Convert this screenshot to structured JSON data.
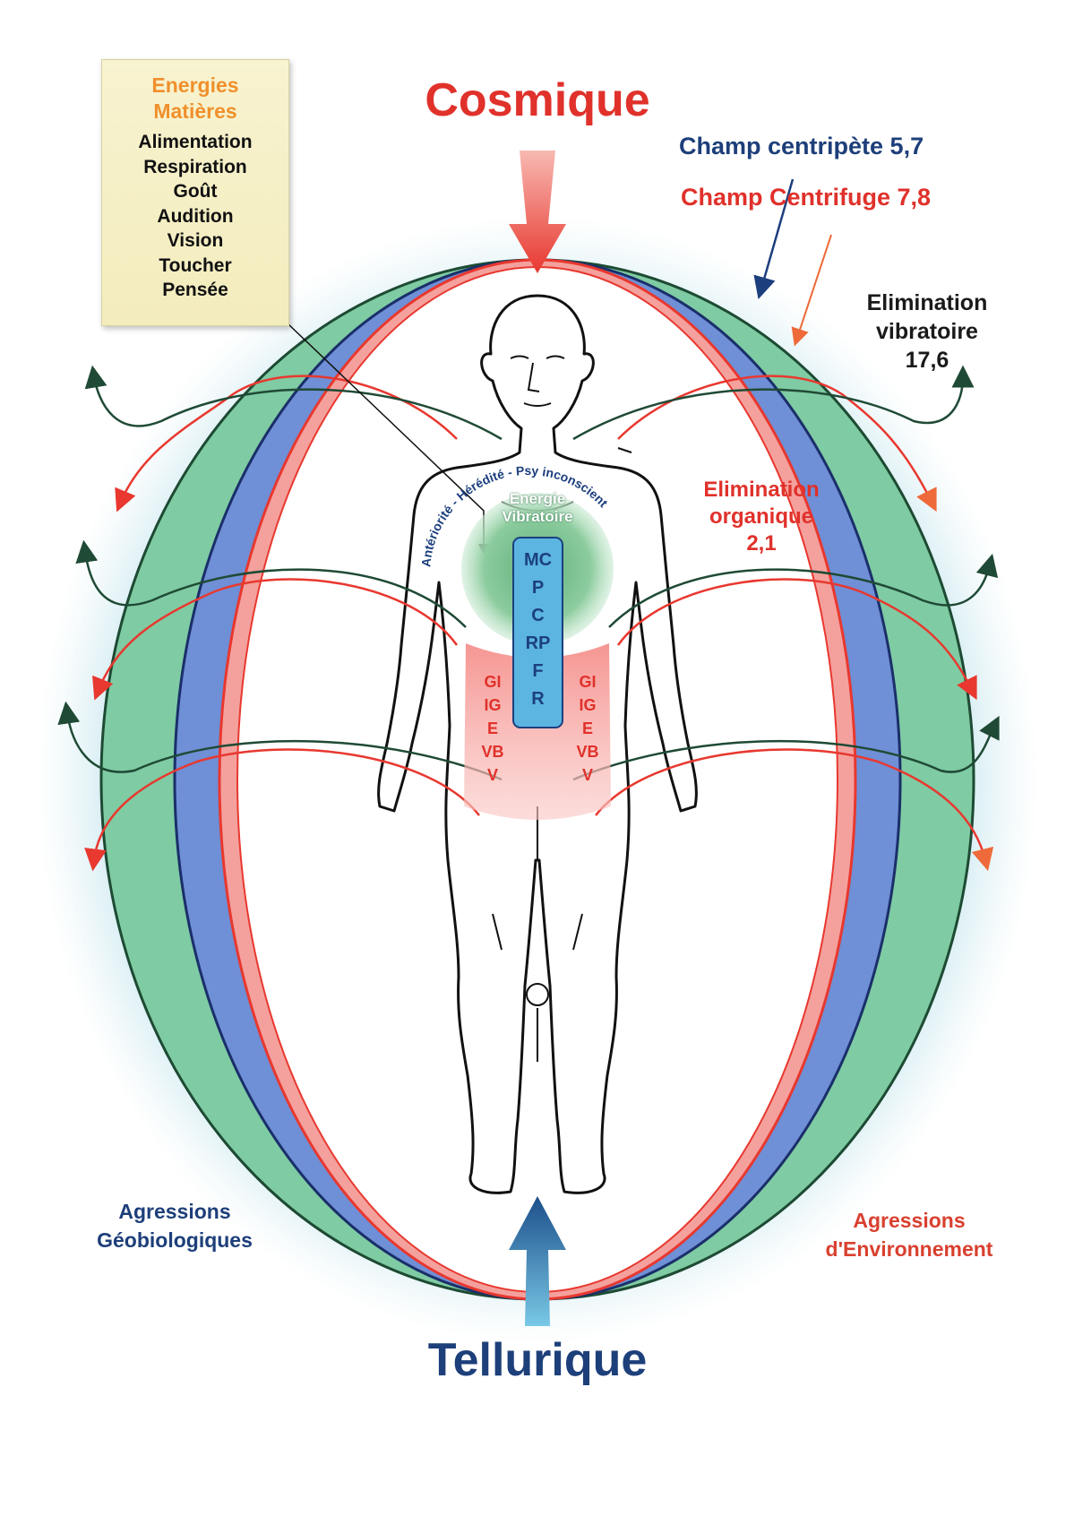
{
  "labels": {
    "cosmique": "Cosmique",
    "tellurique": "Tellurique",
    "champ_centripete": "Champ centripète 5,7",
    "champ_centrifuge": "Champ Centrifuge 7,8",
    "elimination_vibratoire": [
      "Elimination",
      "vibratoire",
      "17,6"
    ],
    "elimination_organique": [
      "Elimination",
      "organique",
      "2,1"
    ],
    "agressions_geo": [
      "Agressions",
      "Géobiologiques"
    ],
    "agressions_env": [
      "Agressions",
      "d'Environnement"
    ],
    "energie_vibratoire": [
      "Energie",
      "Vibratoire"
    ],
    "arc_text": "Antériorité - Hérédité - Psy inconscient"
  },
  "energies_box": {
    "title": [
      "Energies",
      "Matières"
    ],
    "items": [
      "Alimentation",
      "Respiration",
      "Goût",
      "Audition",
      "Vision",
      "Toucher",
      "Pensée"
    ]
  },
  "organs": {
    "center": [
      "MC",
      "P",
      "C",
      "RP",
      "F",
      "R"
    ],
    "left": [
      "GI",
      "IG",
      "E",
      "VB",
      "V"
    ],
    "right": [
      "GI",
      "IG",
      "E",
      "VB",
      "V"
    ]
  },
  "colors": {
    "red": "#e8382f",
    "blue": "#1c3f7e",
    "green": "#1f5a3a",
    "orange": "#f0902c",
    "green_fill": "#79c9a0",
    "blue_fill": "#6f8fd6",
    "pink_fill": "#f6a3a0"
  }
}
